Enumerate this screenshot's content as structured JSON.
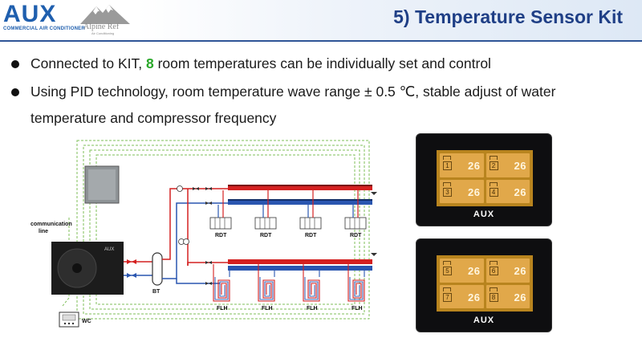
{
  "header": {
    "brand": "AUX",
    "brand_sub": "COMMERCIAL AIR CONDITIONER",
    "partner": "Alpine Ref",
    "partner_sub": "Air Conditioning",
    "title": "5) Temperature Sensor Kit"
  },
  "bullets": [
    {
      "pre": "Connected to KIT, ",
      "highlight": "8",
      "post": " room temperatures can be individually set and control"
    },
    {
      "text": "Using PID technology, room temperature wave range ± 0.5 ℃, stable adjust of water"
    },
    {
      "text": "temperature and compressor frequency"
    }
  ],
  "diagram": {
    "labels": {
      "comm": "communication",
      "comm2": "line",
      "bt": "BT",
      "wc": "WC",
      "rdt": "RDT",
      "flh": "FLH"
    }
  },
  "panels": [
    {
      "brand": "AUX",
      "zones": [
        {
          "num": "1",
          "temp": "26"
        },
        {
          "num": "2",
          "temp": "26"
        },
        {
          "num": "3",
          "temp": "26"
        },
        {
          "num": "4",
          "temp": "26"
        }
      ]
    },
    {
      "brand": "AUX",
      "zones": [
        {
          "num": "5",
          "temp": "26"
        },
        {
          "num": "6",
          "temp": "26"
        },
        {
          "num": "7",
          "temp": "26"
        },
        {
          "num": "8",
          "temp": "26"
        }
      ]
    }
  ],
  "colors": {
    "title": "#1f3f86",
    "accent": "#2f5597",
    "highlight": "#2aa82a",
    "hot_pipe": "#d42020",
    "cold_pipe": "#2a56b0",
    "comm_line": "#7fbf5a",
    "screen": "#e1a84a"
  }
}
